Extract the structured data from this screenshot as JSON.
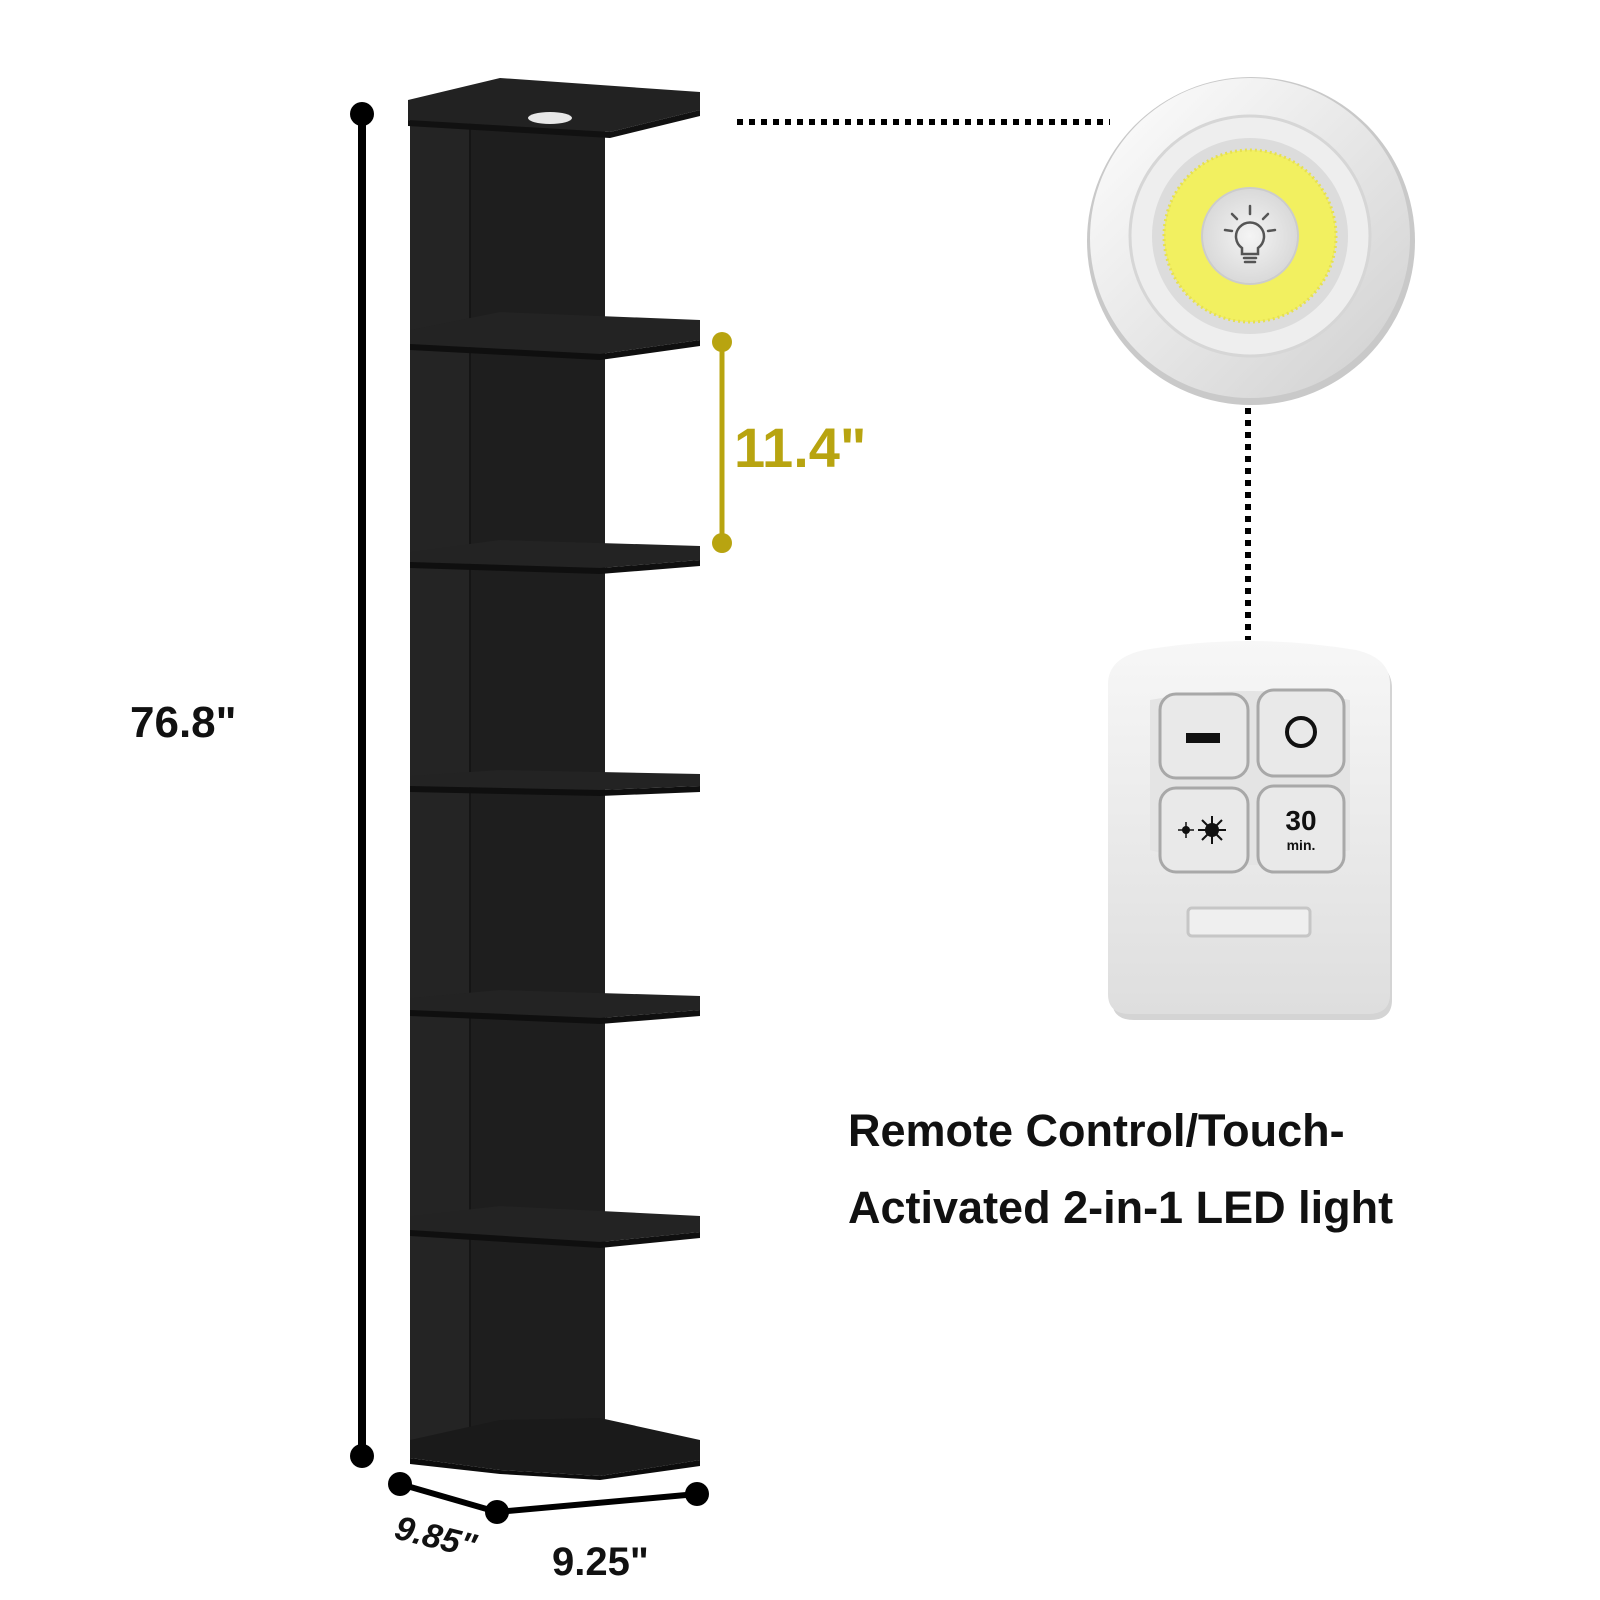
{
  "dimensions": {
    "height": "76.8\"",
    "shelf_spacing": "11.4\"",
    "depth": "9.85\"",
    "width": "9.25\""
  },
  "caption": {
    "line1": "Remote Control/Touch-",
    "line2": "Activated 2-in-1 LED light"
  },
  "remote": {
    "timer_value": "30",
    "timer_unit": "min."
  },
  "colors": {
    "shelf": "#1c1c1c",
    "dimension_black": "#000000",
    "dimension_gold": "#b8a410",
    "led_yellow": "#f2f060",
    "device_white": "#f2f2f2"
  }
}
